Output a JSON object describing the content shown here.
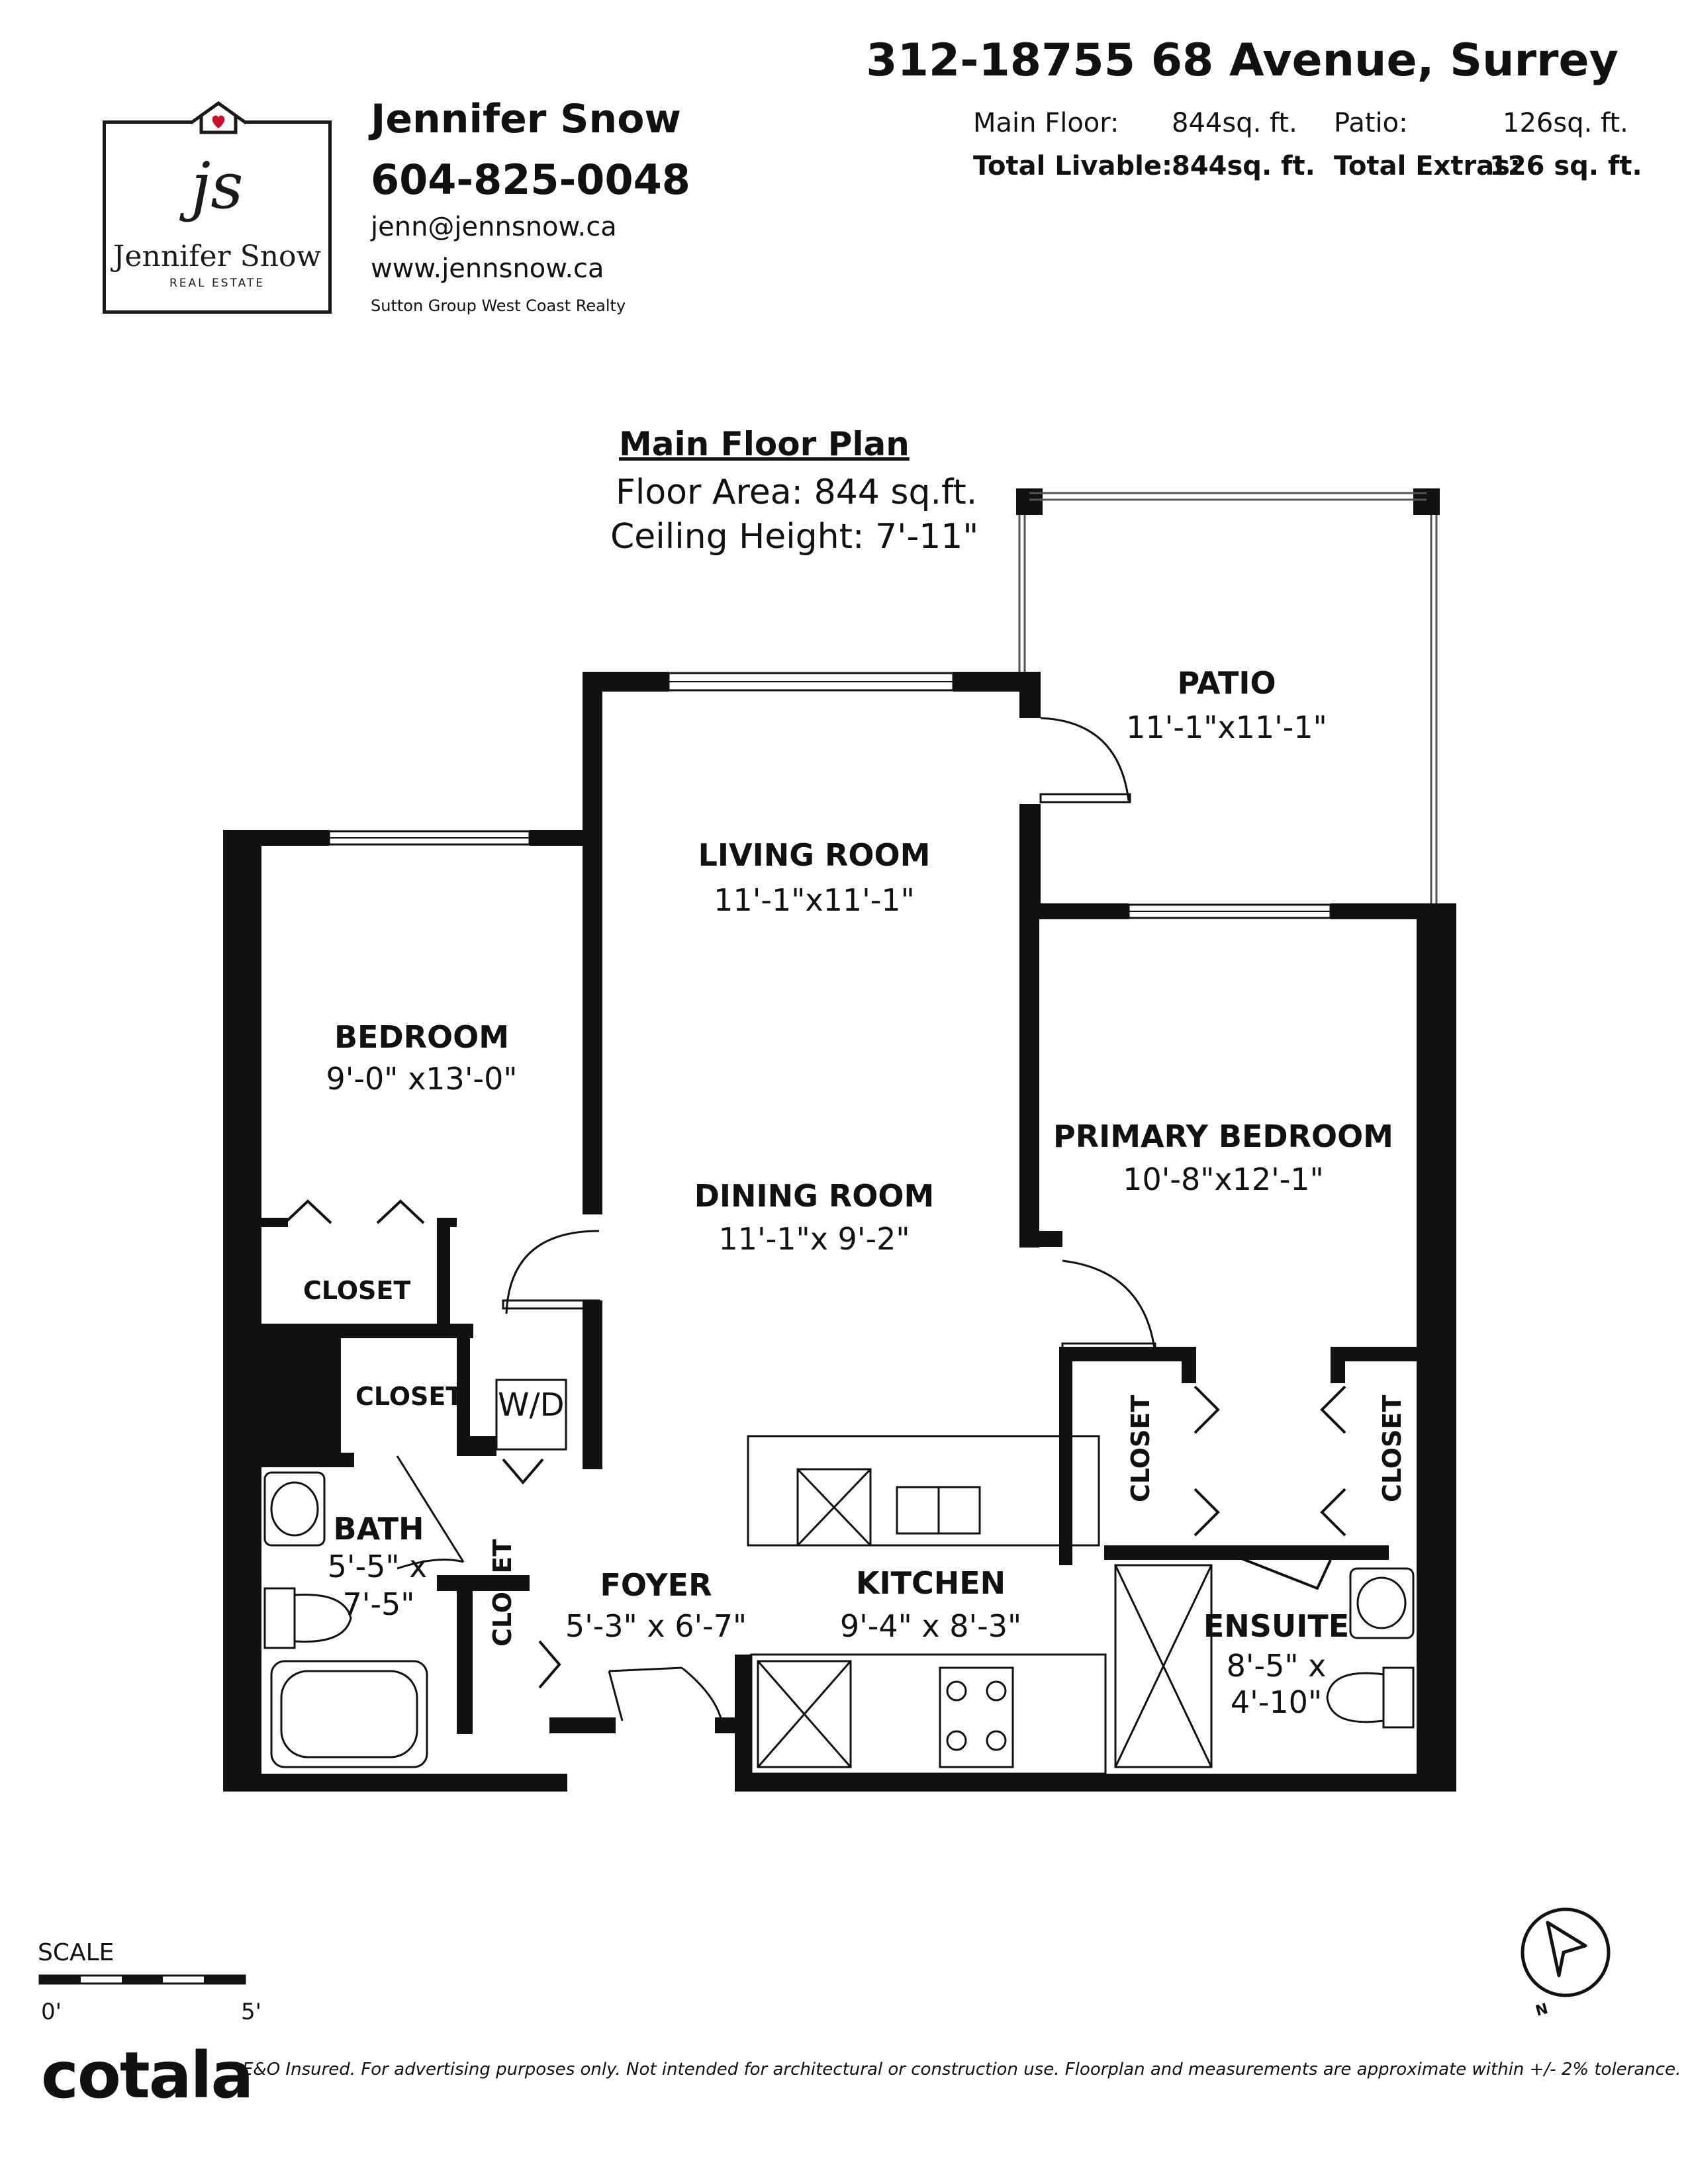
{
  "header": {
    "logo": {
      "monogram": "js",
      "name": "Jennifer Snow",
      "subtitle": "REAL ESTATE"
    },
    "agent": {
      "name": "Jennifer Snow",
      "phone": "604-825-0048",
      "email": "jenn@jennsnow.ca",
      "website": "www.jennsnow.ca",
      "company": "Sutton Group West Coast Realty"
    },
    "address": "312-18755 68 Avenue, Surrey",
    "areas": {
      "main_floor_label": "Main Floor:",
      "main_floor_value": "844",
      "main_floor_unit": "sq. ft.",
      "patio_label": "Patio:",
      "patio_value": "126",
      "patio_unit": "sq. ft.",
      "total_livable_label": "Total Livable:",
      "total_livable_value": "844",
      "total_livable_unit": "sq. ft.",
      "total_extras_label": "Total Extras:",
      "total_extras_value": "126 sq. ft."
    }
  },
  "plan": {
    "title": "Main Floor Plan",
    "floor_area": "Floor Area: 844 sq.ft.",
    "ceiling_height": "Ceiling Height: 7'-11\"",
    "rooms": {
      "patio": {
        "name": "PATIO",
        "dims": "11'-1\"x11'-1\""
      },
      "living": {
        "name": "LIVING ROOM",
        "dims": "11'-1\"x11'-1\""
      },
      "bedroom": {
        "name": "BEDROOM",
        "dims": "9'-0\" x13'-0\""
      },
      "primary": {
        "name": "PRIMARY BEDROOM",
        "dims": "10'-8\"x12'-1\""
      },
      "dining": {
        "name": "DINING ROOM",
        "dims": "11'-1\"x 9'-2\""
      },
      "bath": {
        "name": "BATH",
        "dims_1": "5'-5\" x",
        "dims_2": "7'-5\""
      },
      "foyer": {
        "name": "FOYER",
        "dims": "5'-3\" x 6'-7\""
      },
      "kitchen": {
        "name": "KITCHEN",
        "dims": "9'-4\" x 8'-3\""
      },
      "ensuite": {
        "name": "ENSUITE",
        "dims_1": "8'-5\" x",
        "dims_2": "4'-10\""
      }
    },
    "closet_label": "CLOSET",
    "washer_dryer": "W/D",
    "compass": "N"
  },
  "footer": {
    "scale_label": "SCALE",
    "scale_start": "0'",
    "scale_end": "5'",
    "brand": "cotala",
    "disclaimer": "E&O Insured. For advertising purposes only. Not intended for architectural or construction use. Floorplan and measurements are approximate within +/- 2% tolerance."
  },
  "colors": {
    "wall": "#111111",
    "accent": "#c8102e"
  }
}
